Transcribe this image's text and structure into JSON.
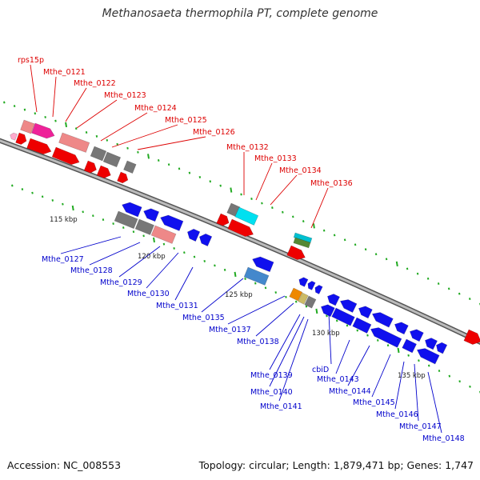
{
  "title": "Methanosaeta thermophila PT, complete genome",
  "footer": {
    "accession": "Accession: NC_008553",
    "summary": "Topology: circular; Length: 1,879,471 bp; Genes: 1,747"
  },
  "colors": {
    "forward_label": "#dd0000",
    "reverse_label": "#0000cc",
    "backbone": "#888888",
    "tick": "#22aa22"
  },
  "scale_labels": [
    "115 kbp",
    "120 kbp",
    "125 kbp",
    "130 kbp",
    "135 kbp"
  ],
  "forward_labels": [
    "rps15p",
    "Mthe_0121",
    "Mthe_0122",
    "Mthe_0123",
    "Mthe_0124",
    "Mthe_0125",
    "Mthe_0126",
    "Mthe_0132",
    "Mthe_0133",
    "Mthe_0134",
    "Mthe_0136"
  ],
  "reverse_labels": [
    "Mthe_0127",
    "Mthe_0128",
    "Mthe_0129",
    "Mthe_0130",
    "Mthe_0131",
    "Mthe_0135",
    "Mthe_0137",
    "Mthe_0138",
    "Mthe_0139",
    "Mthe_0140",
    "Mthe_0141",
    "cbiD",
    "Mthe_0143",
    "Mthe_0144",
    "Mthe_0145",
    "Mthe_0146",
    "Mthe_0147",
    "Mthe_0148"
  ]
}
